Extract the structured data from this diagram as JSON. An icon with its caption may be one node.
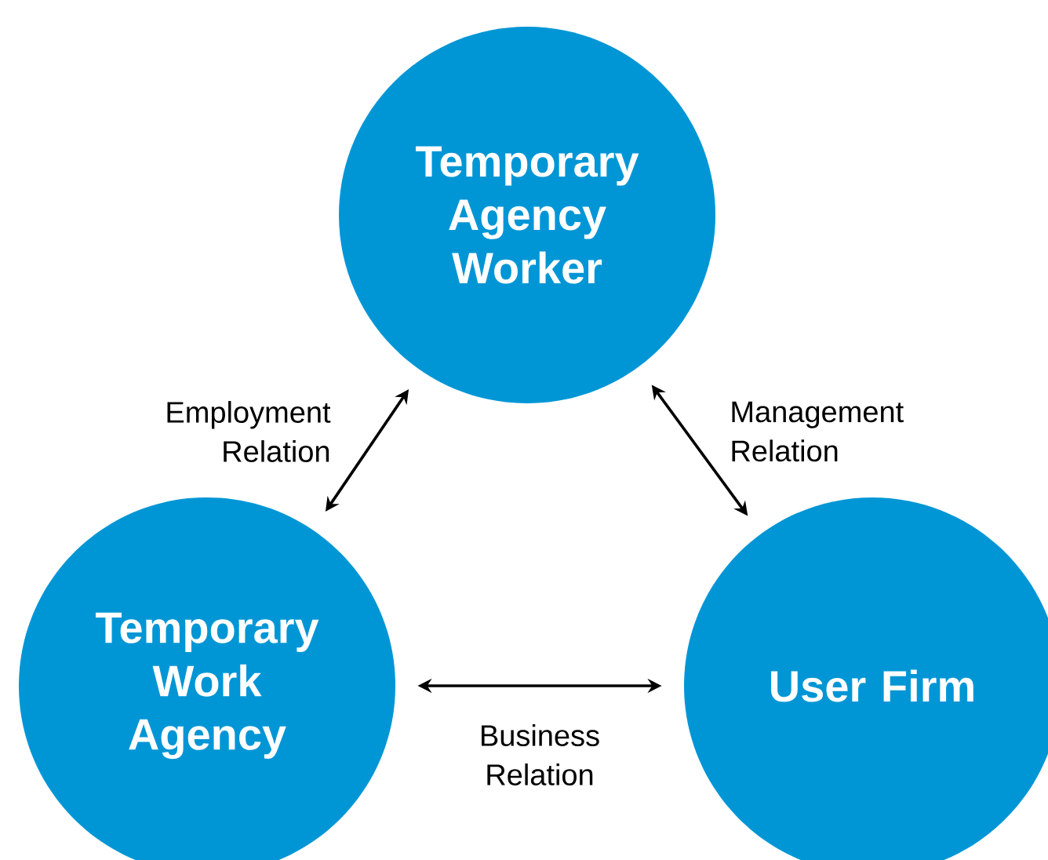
{
  "diagram": {
    "nodes": [
      {
        "text": [
          "Temporary Agency Worker"
        ]
      },
      {
        "text": [
          "Temporary Work Agency"
        ]
      },
      {
        "text": [
          "User Firm"
        ]
      }
    ],
    "edges": [
      {
        "from": 0,
        "to": 1,
        "arrow": "both",
        "label": "Employment Relation"
      },
      {
        "from": 0,
        "to": 2,
        "arrow": "both",
        "label": "Management Relation"
      },
      {
        "from": 1,
        "to": 2,
        "arrow": "both",
        "label": "Business Relation"
      }
    ]
  }
}
